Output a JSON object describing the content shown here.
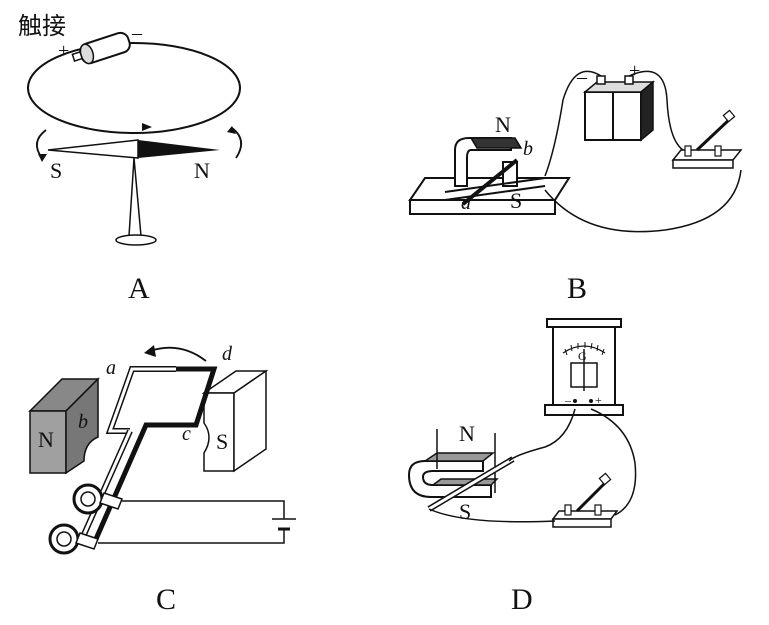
{
  "panels": [
    {
      "id": "A",
      "caption": "A",
      "labels": {
        "touch": "触接",
        "plus": "+",
        "minus": "–",
        "south": "S",
        "north": "N"
      }
    },
    {
      "id": "B",
      "caption": "B",
      "labels": {
        "north": "N",
        "south": "S",
        "a": "a",
        "b": "b",
        "minus": "–",
        "plus": "+"
      }
    },
    {
      "id": "C",
      "caption": "C",
      "labels": {
        "north": "N",
        "south": "S",
        "a": "a",
        "b": "b",
        "c": "c",
        "d": "d"
      }
    },
    {
      "id": "D",
      "caption": "D",
      "labels": {
        "north": "N",
        "south": "S",
        "g": "G",
        "minus": "–",
        "plus": "+"
      }
    }
  ]
}
